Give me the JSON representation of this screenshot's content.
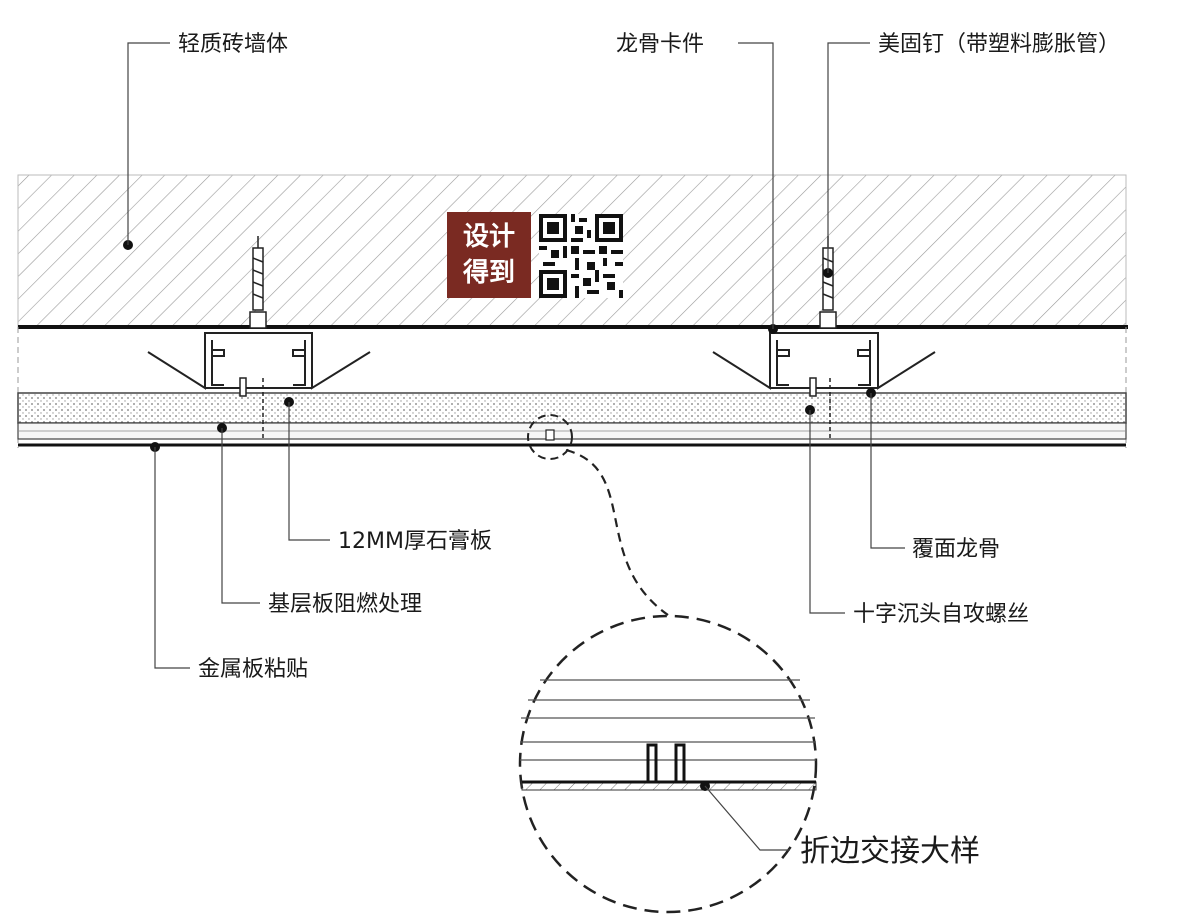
{
  "labels": {
    "wall": "轻质砖墙体",
    "keel_clip": "龙骨卡件",
    "anchor_nail": "美固钉（带塑料膨胀管）",
    "gypsum_board": "12MM厚石膏板",
    "base_board": "基层板阻燃处理",
    "metal_panel": "金属板粘贴",
    "cover_keel": "覆面龙骨",
    "screw": "十字沉头自攻螺丝",
    "detail_title": "折边交接大样"
  },
  "watermark": {
    "logo_line1": "设计",
    "logo_line2": "得到",
    "bg_color": "#7a2a22",
    "qr_icon": "qr-code-icon"
  },
  "colors": {
    "line": "#1a1a1a",
    "hatch": "#8a8a8a",
    "board_fill": "#f4f4f4"
  }
}
